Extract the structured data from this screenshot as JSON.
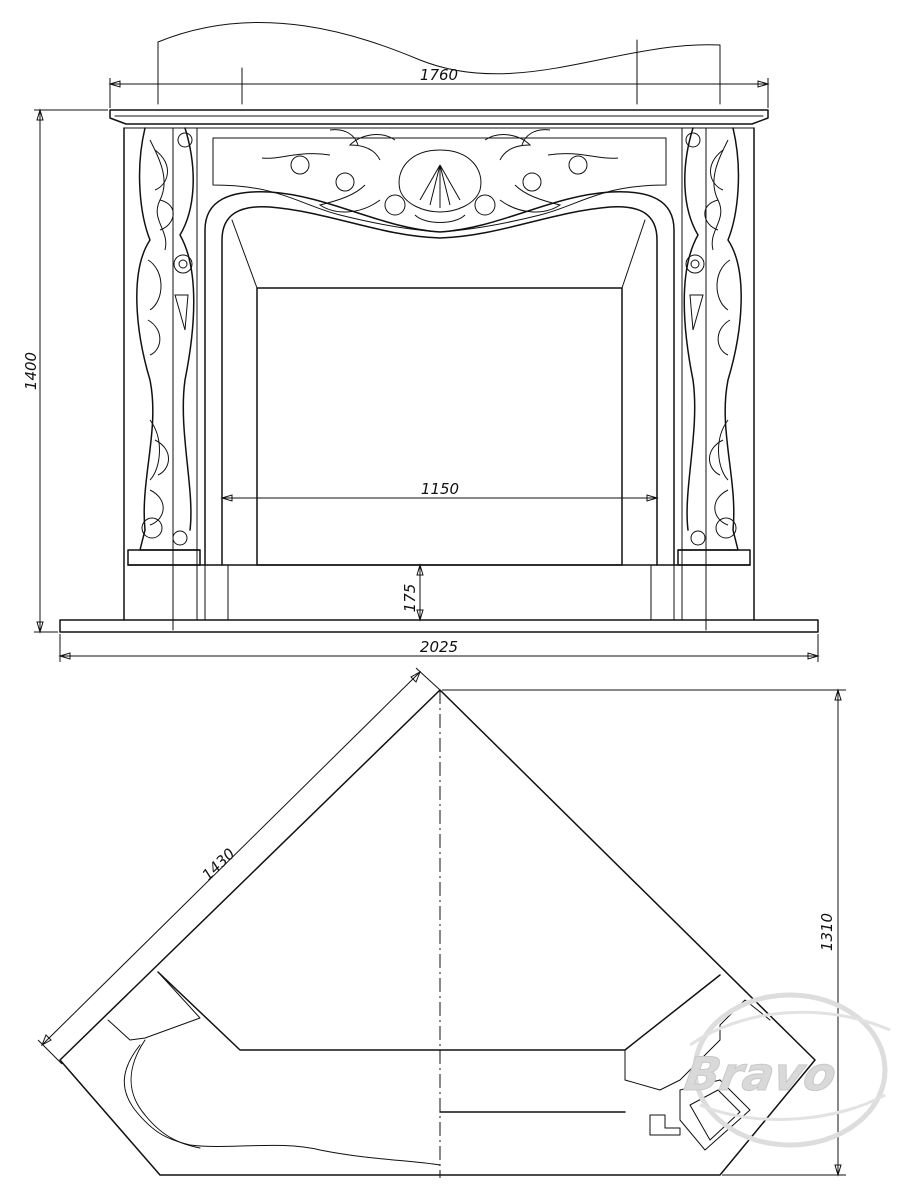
{
  "front_view": {
    "dim_top_width": "1760",
    "dim_height": "1400",
    "dim_opening_width": "1150",
    "dim_hearth_height": "175",
    "dim_base_width": "2025"
  },
  "plan_view": {
    "dim_side_length": "1430",
    "dim_depth": "1310"
  },
  "watermark": {
    "brand": "Bravo"
  }
}
